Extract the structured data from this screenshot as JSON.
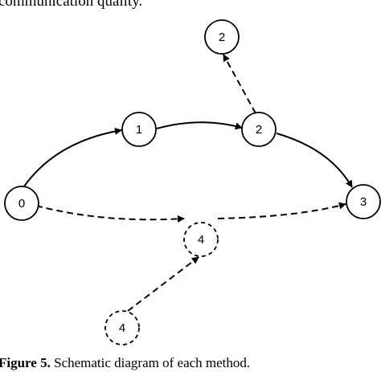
{
  "captions": {
    "top": "communication quality.",
    "bottom_lead": "Figure 5.",
    "bottom_rest": " Schematic diagram of each method."
  },
  "colors": {
    "stroke": "#000000",
    "fill": "#ffffff"
  },
  "nodes": [
    {
      "id": "n0",
      "label": "0",
      "style": "solid"
    },
    {
      "id": "n1",
      "label": "1",
      "style": "solid"
    },
    {
      "id": "n2",
      "label": "2",
      "style": "solid"
    },
    {
      "id": "n2t",
      "label": "2",
      "style": "solid"
    },
    {
      "id": "n3",
      "label": "3",
      "style": "solid"
    },
    {
      "id": "n4",
      "label": "4",
      "style": "dashed"
    },
    {
      "id": "n4b",
      "label": "4",
      "style": "dashed"
    }
  ],
  "edges": [
    {
      "from": "n0",
      "to": "n1",
      "style": "solid"
    },
    {
      "from": "n1",
      "to": "n2",
      "style": "solid"
    },
    {
      "from": "n2",
      "to": "n3",
      "style": "solid"
    },
    {
      "from": "n2",
      "to": "n2t",
      "style": "dashed"
    },
    {
      "from": "n0",
      "to": "n4",
      "style": "dashed"
    },
    {
      "from": "n4",
      "to": "n3",
      "style": "dashed"
    },
    {
      "from": "n4b",
      "to": "n4",
      "style": "dashed"
    }
  ]
}
